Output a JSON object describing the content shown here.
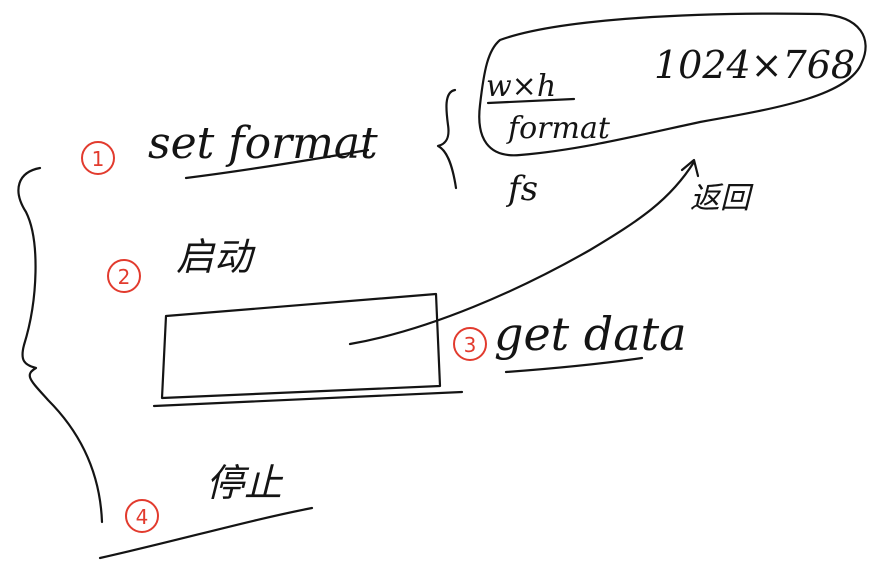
{
  "steps": [
    {
      "number": "1",
      "label": "set format"
    },
    {
      "number": "2",
      "label": "启动"
    },
    {
      "number": "3",
      "label": "get data"
    },
    {
      "number": "4",
      "label": "停止"
    }
  ],
  "format_params": {
    "wh": "w×h",
    "format": "format",
    "fs": "fs",
    "resolution": "1024×768"
  },
  "return_label": "返回",
  "colors": {
    "ink": "#141414",
    "step_number": "#e23b2e",
    "background": "#ffffff"
  }
}
